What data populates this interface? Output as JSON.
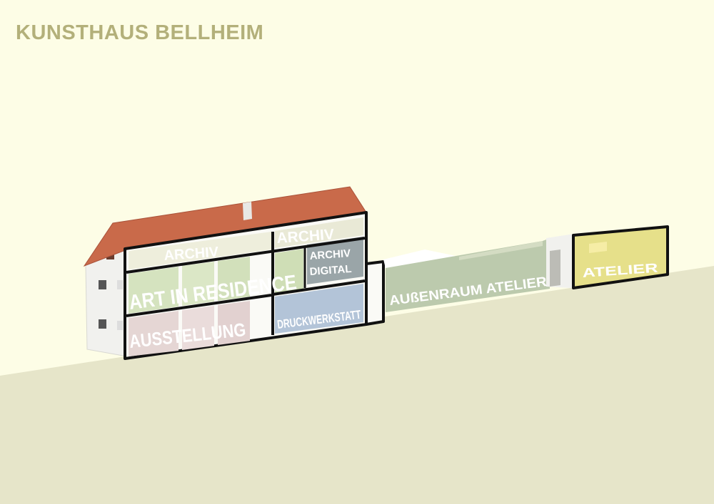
{
  "title": "KUNSTHAUS BELLHEIM",
  "rooms": {
    "archiv_left": "ARCHIV",
    "archiv_right": "ARCHIV",
    "archiv_digital_1": "ARCHIV",
    "archiv_digital_2": "DIGITAL",
    "art_in_residence": "ART IN RESIDENCE",
    "ausstellung": "AUSSTELLUNG",
    "druckwerkstatt": "DRUCKWERKSTATT",
    "aussenraum_atelier": "AUßENRAUM ATELIER",
    "atelier": "ATELIER"
  },
  "colors": {
    "background": "#fdfde6",
    "ground": "#e6e5c9",
    "title": "#b3b07a",
    "roof": "#c96a4a",
    "wall": "#f2f2f0",
    "archiv": "#eeeedc",
    "art_in_residence": "#d5e3bf",
    "ausstellung": "#e5d6d4",
    "archiv_digital": "#9aa5a8",
    "druckwerkstatt": "#b3c4d8",
    "aussenraum": "#bccaad",
    "atelier": "#e6e08a"
  }
}
